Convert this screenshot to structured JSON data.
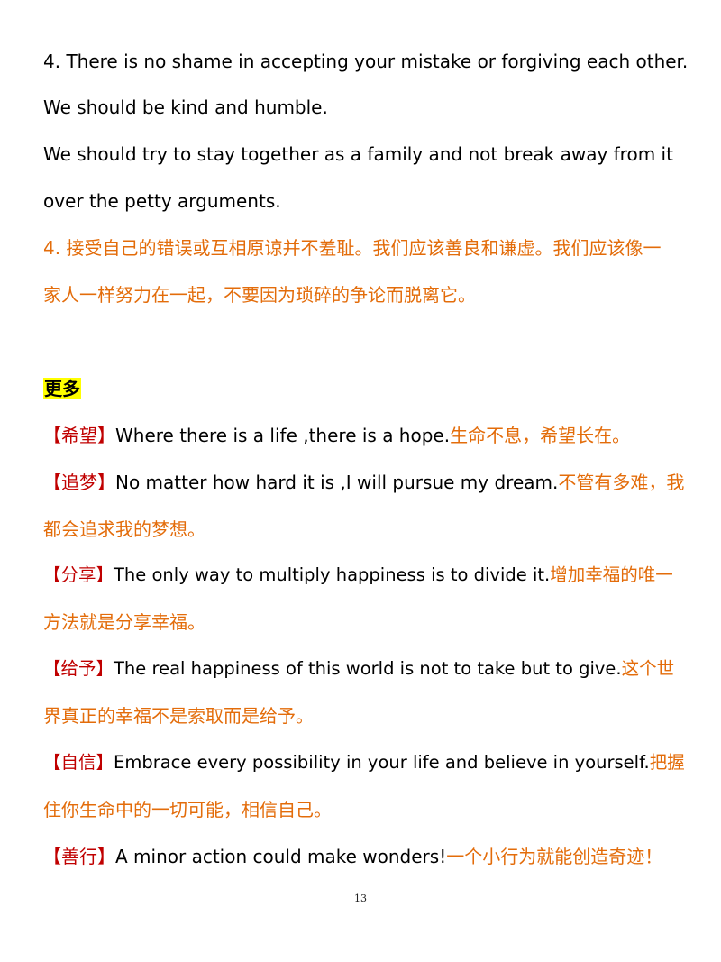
{
  "colors": {
    "accent": "#E36C0A",
    "bracket": "#C00000",
    "highlight": "#FFFF00"
  },
  "en_block": [
    "4. There is no shame in accepting your mistake or forgiving each other.",
    "We should be kind and humble.",
    "We should try to stay together as a family and not break away from it",
    "over the petty arguments."
  ],
  "zh_block": [
    "4. 接受自己的错误或互相原谅并不羞耻。我们应该善良和谦虚。我们应该像一",
    "家人一样努力在一起，不要因为琐碎的争论而脱离它。"
  ],
  "heading": "更多",
  "quotes": [
    {
      "tag": "【希望】",
      "en": "Where there is a life ,there is a hope.",
      "zh1": "生命不息，希望长在。",
      "zh2": ""
    },
    {
      "tag": "【追梦】",
      "en": "No matter how hard it is ,I will pursue my dream.",
      "zh1": "不管有多难，我",
      "zh2": "都会追求我的梦想。"
    },
    {
      "tag": "【分享】",
      "en": "The only way to multiply happiness is to divide it.",
      "zh1": "增加幸福的唯一",
      "zh2": "方法就是分享幸福。"
    },
    {
      "tag": "【给予】",
      "en": "The real happiness of this world is not to take but to give.",
      "zh1": "这个世",
      "zh2": "界真正的幸福不是索取而是给予。"
    },
    {
      "tag": "【自信】",
      "en": "Embrace every possibility in your life and believe in yourself.",
      "zh1": "把握",
      "zh2": "住你生命中的一切可能，相信自己。"
    },
    {
      "tag": "【善行】",
      "en": "A minor action could make wonders!",
      "zh1": "一个小行为就能创造奇迹！",
      "zh2": ""
    }
  ],
  "page_number": "13"
}
